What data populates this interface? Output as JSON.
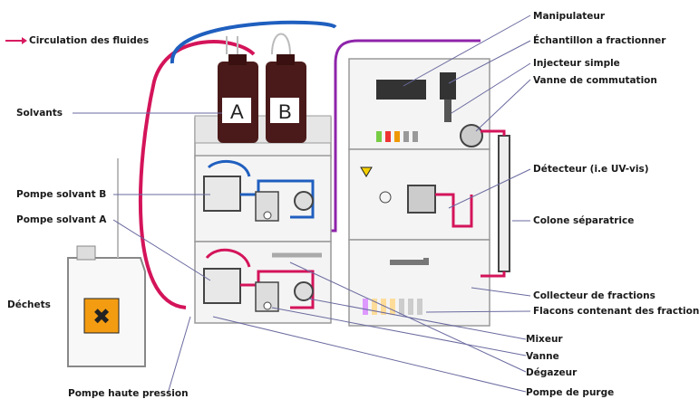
{
  "legend": {
    "label": "Circulation des fluides",
    "arrow_color": "#d81b60"
  },
  "bottles": {
    "a": "A",
    "b": "B"
  },
  "labels": {
    "manipulateur": "Manipulateur",
    "echantillon": "Échantillon a fractionner",
    "injecteur": "Injecteur simple",
    "vanne_commutation": "Vanne de commutation",
    "detecteur": "Détecteur (i.e UV-vis)",
    "colone": "Colone séparatrice",
    "collecteur": "Collecteur de fractions",
    "flacons": "Flacons contenant des fractions",
    "mixeur": "Mixeur",
    "vanne": "Vanne",
    "degazeur": "Dégazeur",
    "pompe_purge": "Pompe de purge",
    "pompe_haute": "Pompe haute pression",
    "dechets": "Déchets",
    "pompe_a": "Pompe solvant A",
    "pompe_b": "Pompe solvant B",
    "solvants": "Solvants"
  },
  "colors": {
    "magenta_tube": "#d4145a",
    "blue_tube": "#1f5fbf",
    "purple_tube": "#8e24aa",
    "bottle": "#4a1a1a",
    "leader": "#6a6aa0"
  }
}
